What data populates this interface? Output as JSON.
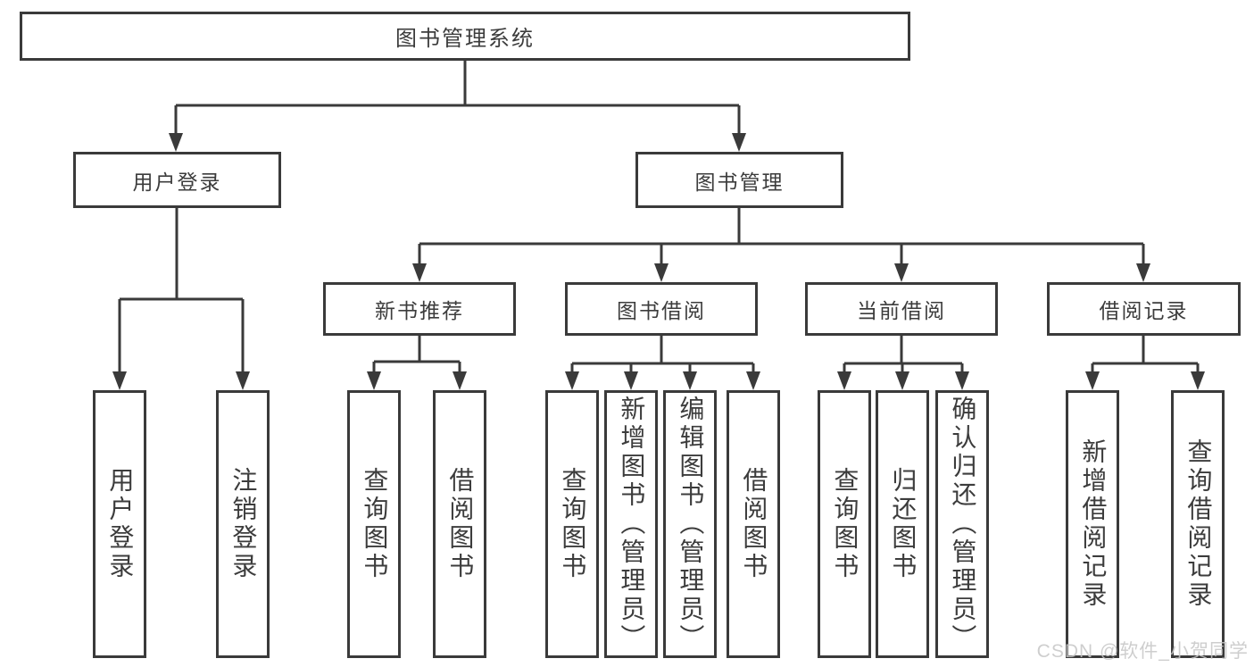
{
  "colors": {
    "line": "#3a3a3a",
    "text": "#3c3c3c",
    "watermark": "#c6c6c6",
    "background": "#ffffff"
  },
  "watermark": {
    "text": "CSDN @软件_小贺同学"
  },
  "tree": {
    "label": "图书管理系统",
    "children": [
      {
        "label": "用户登录",
        "children": [
          {
            "label": "用户登录"
          },
          {
            "label": "注销登录"
          }
        ]
      },
      {
        "label": "图书管理",
        "children": [
          {
            "label": "新书推荐",
            "children": [
              {
                "label": "查询图书"
              },
              {
                "label": "借阅图书"
              }
            ]
          },
          {
            "label": "图书借阅",
            "children": [
              {
                "label": "查询图书"
              },
              {
                "label": "新增图书（管理员）"
              },
              {
                "label": "编辑图书（管理员）"
              },
              {
                "label": "借阅图书"
              }
            ]
          },
          {
            "label": "当前借阅",
            "children": [
              {
                "label": "查询图书"
              },
              {
                "label": "归还图书"
              },
              {
                "label": "确认归还（管理员）"
              }
            ]
          },
          {
            "label": "借阅记录",
            "children": [
              {
                "label": "新增借阅记录"
              },
              {
                "label": "查询借阅记录"
              }
            ]
          }
        ]
      }
    ]
  }
}
